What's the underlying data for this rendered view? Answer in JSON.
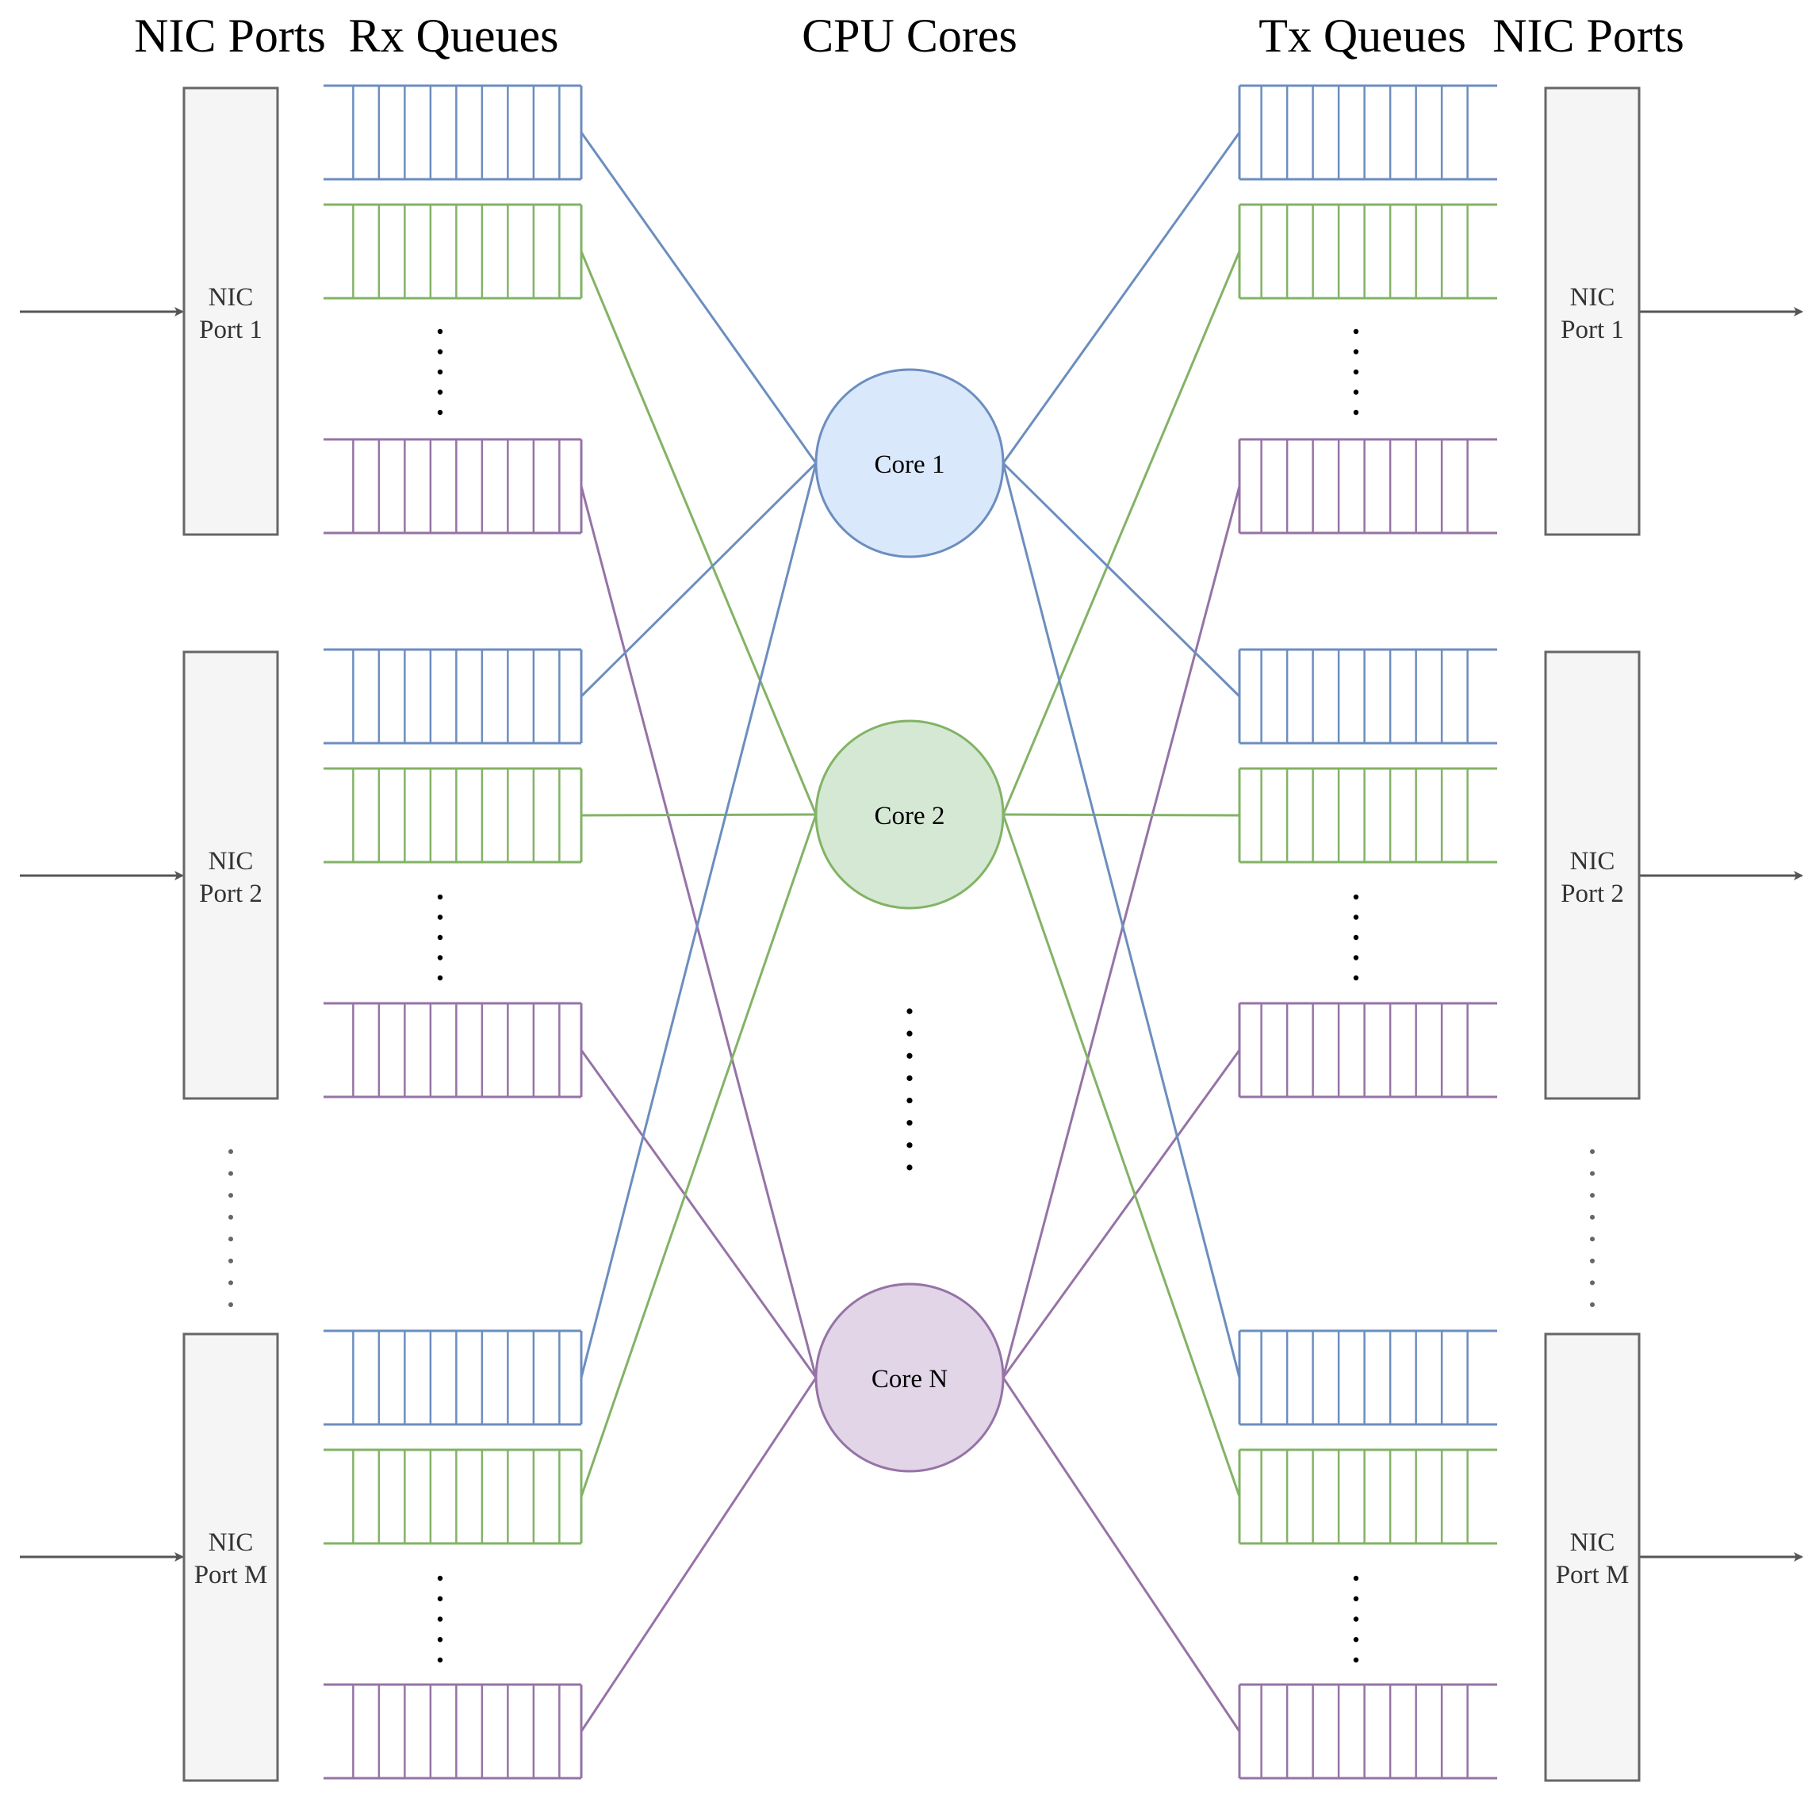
{
  "headings": {
    "left_ports": "NIC Ports",
    "rx_queues": "Rx Queues",
    "cpu_cores": "CPU Cores",
    "tx_queues": "Tx Queues",
    "right_ports": "NIC Ports"
  },
  "ports": [
    {
      "line1": "NIC",
      "line2": "Port 1"
    },
    {
      "line1": "NIC",
      "line2": "Port 2"
    },
    {
      "line1": "NIC",
      "line2": "Port M"
    }
  ],
  "cores": [
    {
      "label": "Core 1",
      "fill": "#dae8fc",
      "stroke": "#6c8ebf"
    },
    {
      "label": "Core 2",
      "fill": "#d5e8d4",
      "stroke": "#82b366"
    },
    {
      "label": "Core N",
      "fill": "#e1d5e7",
      "stroke": "#9673a6"
    }
  ],
  "colors": {
    "queue_blue": "#6c8ebf",
    "queue_green": "#82b366",
    "queue_purple": "#9673a6",
    "port_fill": "#f5f5f5",
    "port_stroke": "#666666",
    "arrow": "#555555"
  }
}
